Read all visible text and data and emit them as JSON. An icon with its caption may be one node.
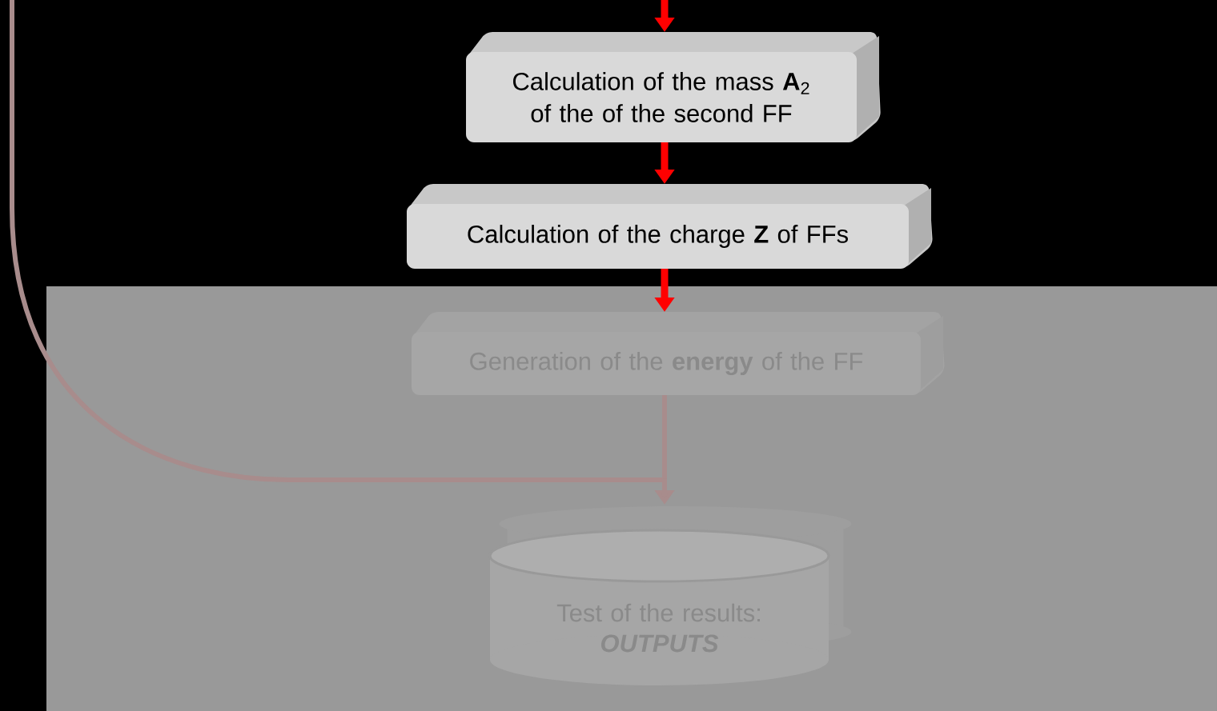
{
  "diagram": {
    "nodes": [
      {
        "text": [
          "Calculation of the mass **A**$_{2}$ of the of the second FF"
        ]
      },
      {
        "text": [
          "Calculation of the charge **Z** of FFs"
        ]
      },
      {
        "text": [
          "Generation of the **energy** of the FF"
        ]
      },
      {
        "text": [
          "Test of the results:",
          "OUTPUTS"
        ]
      }
    ],
    "edges": [
      {
        "from": null,
        "to": 0,
        "arrow": "to"
      },
      {
        "from": 0,
        "to": 1,
        "arrow": "to"
      },
      {
        "from": 1,
        "to": 2,
        "arrow": "to"
      },
      {
        "from": 2,
        "to": 3,
        "arrow": "to",
        "color": "#a88c8c"
      },
      {
        "from": null,
        "to": 3,
        "arrow": "to",
        "color": "#a88c8c"
      }
    ]
  }
}
